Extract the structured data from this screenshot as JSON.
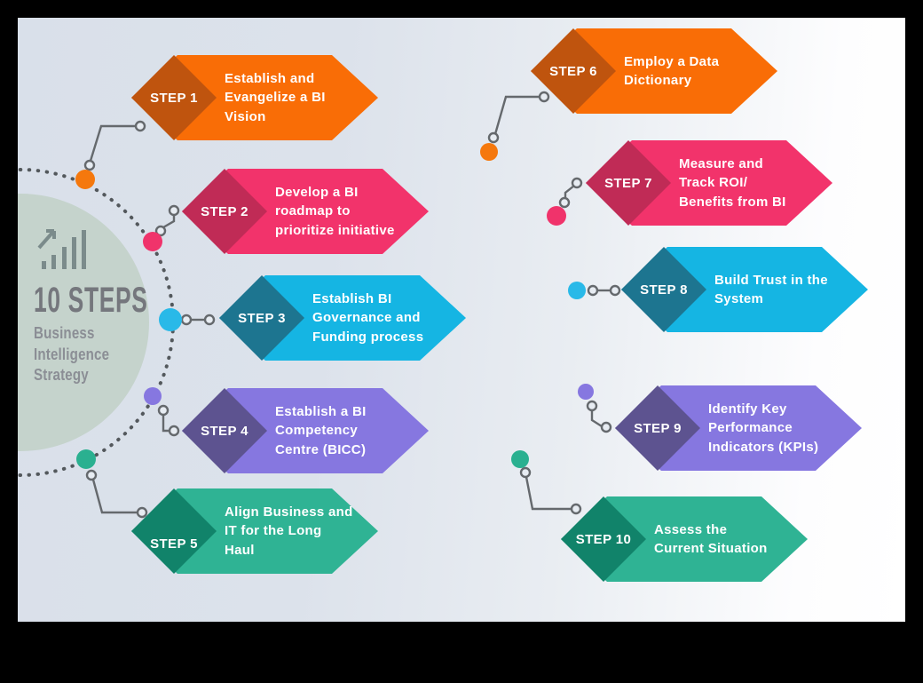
{
  "medallion": {
    "icon": "bar-chart-growth-icon",
    "title": "10 STEPS",
    "subtitle": "Business\nIntelligence\nStrategy",
    "circle_color": "#c5d3cc",
    "title_color": "#75777d",
    "subtitle_color": "#8b8e95"
  },
  "connector_color": "#65696d",
  "steps": [
    {
      "label": "STEP 1",
      "description": "Establish and\nEvangelize a BI\nVision",
      "body_color": "#f96d06",
      "diamond_color": "#bf540e",
      "dot_color": "#f5780d"
    },
    {
      "label": "STEP 2",
      "description": "Develop a BI\nroadmap to\nprioritize initiative",
      "body_color": "#f2336b",
      "diamond_color": "#c02b56",
      "dot_color": "#f0336b"
    },
    {
      "label": "STEP 3",
      "description": "Establish BI\nGovernance and\nFunding process",
      "body_color": "#15b5e3",
      "diamond_color": "#1d7590",
      "dot_color": "#29b9e8"
    },
    {
      "label": "STEP 4",
      "description": "Establish a BI\nCompetency\nCentre (BICC)",
      "body_color": "#8677e0",
      "diamond_color": "#5d5390",
      "dot_color": "#8677e0"
    },
    {
      "label": "STEP 5",
      "description": "Align Business and\nIT for the Long\nHaul",
      "body_color": "#2fb394",
      "diamond_color": "#11836a",
      "dot_color": "#2ab090"
    },
    {
      "label": "STEP 6",
      "description": "Employ a Data\nDictionary",
      "body_color": "#f96d06",
      "diamond_color": "#bf540e",
      "dot_color": "#f5780d"
    },
    {
      "label": "STEP 7",
      "description": "Measure and\nTrack ROI/\nBenefits from BI",
      "body_color": "#f2336b",
      "diamond_color": "#c02b56",
      "dot_color": "#f0336b"
    },
    {
      "label": "STEP 8",
      "description": "Build Trust in the\nSystem",
      "body_color": "#15b5e3",
      "diamond_color": "#1d7590",
      "dot_color": "#29b9e8"
    },
    {
      "label": "STEP 9",
      "description": "Identify Key\nPerformance\nIndicators (KPIs)",
      "body_color": "#8677e0",
      "diamond_color": "#5d5390",
      "dot_color": "#8677e0"
    },
    {
      "label": "STEP 10",
      "description": "Assess the\nCurrent Situation",
      "body_color": "#2fb394",
      "diamond_color": "#11836a",
      "dot_color": "#2ab090"
    }
  ]
}
